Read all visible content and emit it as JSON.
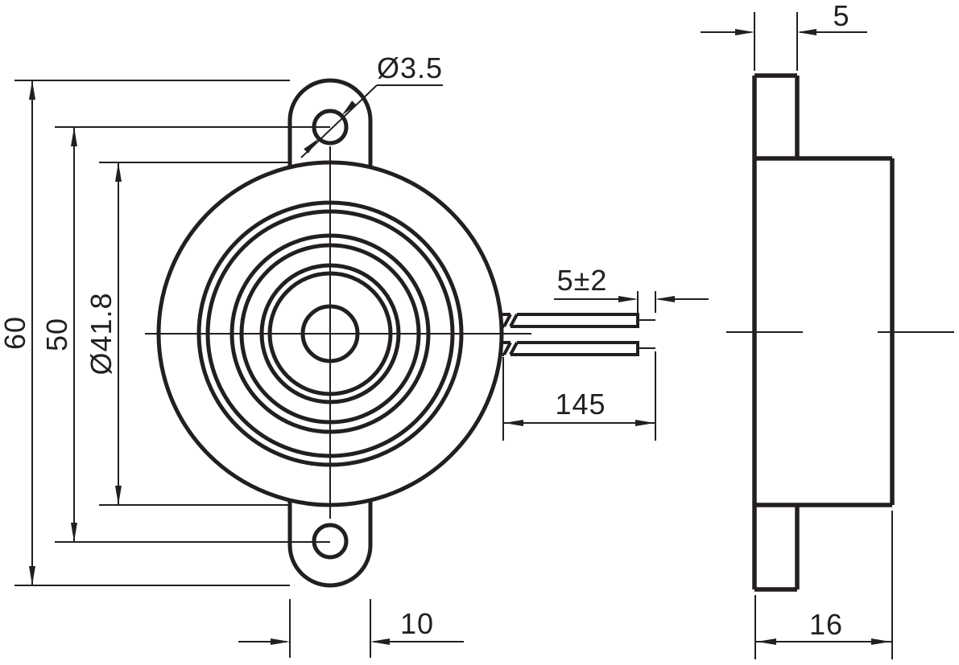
{
  "drawing": {
    "background": "#ffffff",
    "ink": "#231f20"
  },
  "front_view": {
    "dimensions": {
      "hole_diameter": "Ø3.5",
      "overall_height": "60",
      "hole_spacing": "50",
      "body_diameter": "Ø41.8",
      "tab_width": "10",
      "lead_tip": "5±2",
      "lead_length": "145"
    }
  },
  "side_view": {
    "dimensions": {
      "flange_thickness": "5",
      "total_depth": "16"
    }
  }
}
